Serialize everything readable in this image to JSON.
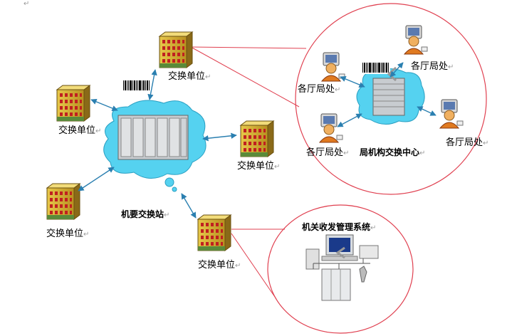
{
  "units": [
    "交换单位",
    "交换单位",
    "交换单位",
    "交换单位",
    "交换单位"
  ],
  "hub_label": "机要交换站",
  "center_label": "局机构交换中心",
  "dept_labels": [
    "各厅局处",
    "各厅局处",
    "各厅局处",
    "各厅局处"
  ],
  "system_label": "机关收发管理系统",
  "para_mark": "↵",
  "colors": {
    "cloud": "#55d2f0",
    "cloud_stroke": "#2a9fc2",
    "arrow": "#2a7fb0",
    "circle": "#e04050",
    "line": "#e04050"
  },
  "icons": [
    "building-icon",
    "server-cabinet-icon",
    "barcode-icon",
    "user-terminal-icon",
    "scanner-icon"
  ]
}
